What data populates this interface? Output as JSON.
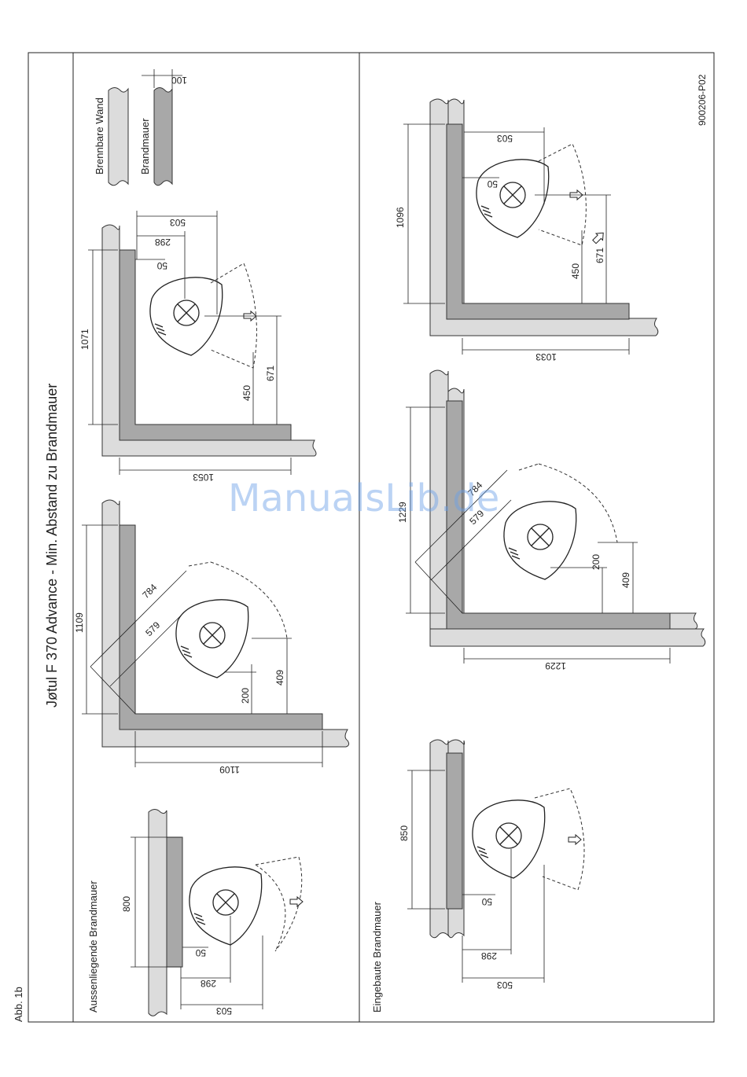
{
  "figure": {
    "fig_label": "Abb. 1b",
    "title": "Jøtul F 370 Advance - Min. Abstand zu  Brandmauer",
    "drawing_no": "900206-P02",
    "watermark": "ManualsLib.de"
  },
  "legend": {
    "combustible_wall": "Brennbare Wand",
    "firewall": "Brandmauer",
    "thickness": "100"
  },
  "sections": {
    "outer": "Aussenliegende Brandmauer",
    "built_in": "Eingebaute Brandmauer"
  },
  "dims": {
    "a1": {
      "d800": "800",
      "d50": "50",
      "d298": "298",
      "d503": "503"
    },
    "a2": {
      "d1109v": "1109",
      "d1109h": "1109",
      "d784": "784",
      "d579": "579",
      "d200": "200",
      "d409": "409"
    },
    "a3": {
      "d1071": "1071",
      "d503": "503",
      "d298": "298",
      "d50": "50",
      "d450": "450",
      "d671": "671",
      "d1053": "1053"
    },
    "b1": {
      "d850": "850",
      "d50": "50",
      "d298": "298",
      "d503": "503"
    },
    "b2": {
      "d1229v": "1229",
      "d784": "784",
      "d579": "579",
      "d200": "200",
      "d409": "409",
      "d1229h": "1229"
    },
    "b3": {
      "d1096": "1096",
      "d503": "503",
      "d50": "50",
      "d450": "450",
      "d671": "671",
      "d1033": "1033"
    }
  }
}
